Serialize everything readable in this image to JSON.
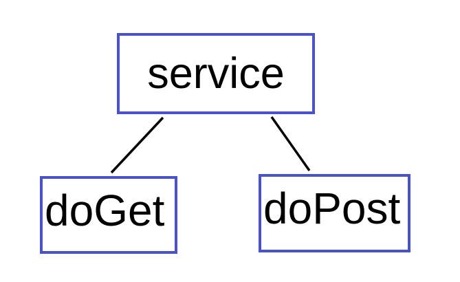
{
  "diagram": {
    "type": "tree",
    "nodes": [
      {
        "id": "service",
        "label": "service",
        "role": "root"
      },
      {
        "id": "doGet",
        "label": "doGet",
        "role": "child"
      },
      {
        "id": "doPost",
        "label": "doPost",
        "role": "child"
      }
    ],
    "edges": [
      {
        "from": "service",
        "to": "doGet"
      },
      {
        "from": "service",
        "to": "doPost"
      }
    ]
  },
  "colors": {
    "box_border": "#4a52c8",
    "edge_line": "#000000",
    "text": "#000000",
    "background": "#ffffff"
  }
}
